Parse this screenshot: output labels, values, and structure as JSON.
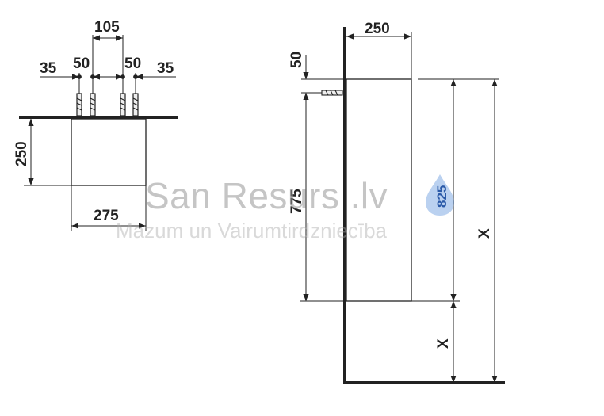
{
  "plan_view": {
    "dimensions": {
      "top_spacing": "105",
      "left_outer": "35",
      "left_inner": "50",
      "right_inner": "50",
      "right_outer": "35",
      "depth": "250",
      "width": "275"
    }
  },
  "side_view": {
    "dimensions": {
      "depth": "250",
      "top_offset": "50",
      "height": "775",
      "total": "X",
      "floor_gap": "X"
    }
  },
  "watermark": {
    "title": "San Resurs .lv",
    "subtitle": "Mazum un Vairumtirdzniecība",
    "badge_number": "825",
    "badge_color": "#3a7bd5"
  },
  "colors": {
    "line": "#222222",
    "wall": "#1a1a1a",
    "anchor_fill": "#eeeeee"
  }
}
